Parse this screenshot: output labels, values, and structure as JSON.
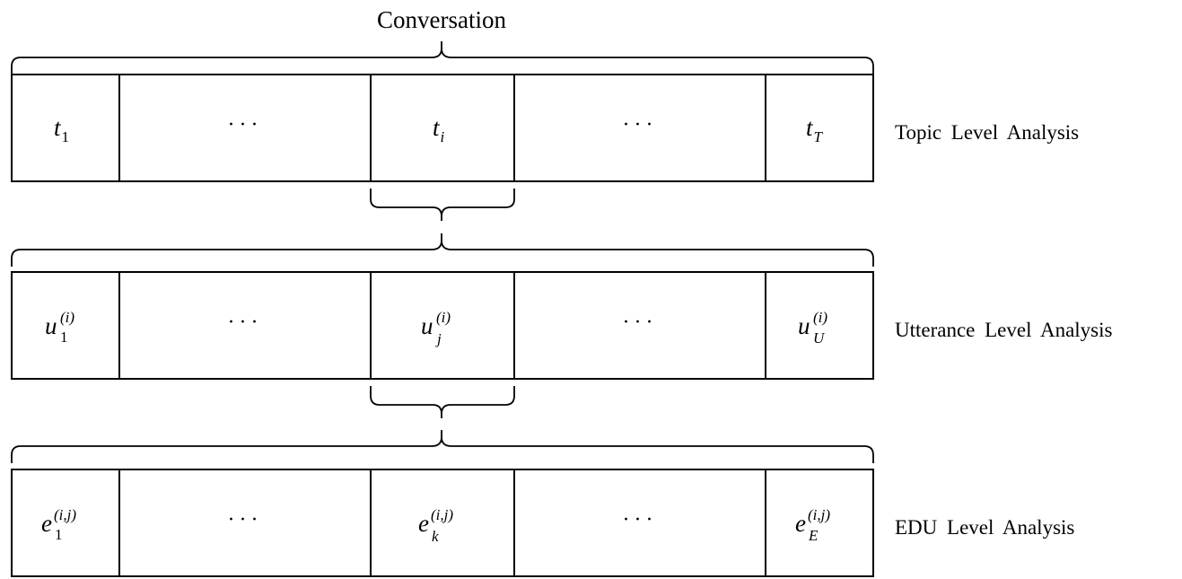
{
  "title": "Conversation",
  "levels": [
    {
      "label": "Topic Level Analysis",
      "cells": [
        {
          "base": "t",
          "sub": "1",
          "sup": ""
        },
        {
          "dots": "···"
        },
        {
          "base": "t",
          "sub": "i",
          "sup": ""
        },
        {
          "dots": "···"
        },
        {
          "base": "t",
          "sub": "T",
          "sup": ""
        }
      ]
    },
    {
      "label": "Utterance Level Analysis",
      "cells": [
        {
          "base": "u",
          "sub": "1",
          "sup": "(i)"
        },
        {
          "dots": "···"
        },
        {
          "base": "u",
          "sub": "j",
          "sup": "(i)"
        },
        {
          "dots": "···"
        },
        {
          "base": "u",
          "sub": "U",
          "sup": "(i)"
        }
      ]
    },
    {
      "label": "EDU Level Analysis",
      "cells": [
        {
          "base": "e",
          "sub": "1",
          "sup": "(i,j)"
        },
        {
          "dots": "···"
        },
        {
          "base": "e",
          "sub": "k",
          "sup": "(i,j)"
        },
        {
          "dots": "···"
        },
        {
          "base": "e",
          "sub": "E",
          "sup": "(i,j)"
        }
      ]
    }
  ]
}
